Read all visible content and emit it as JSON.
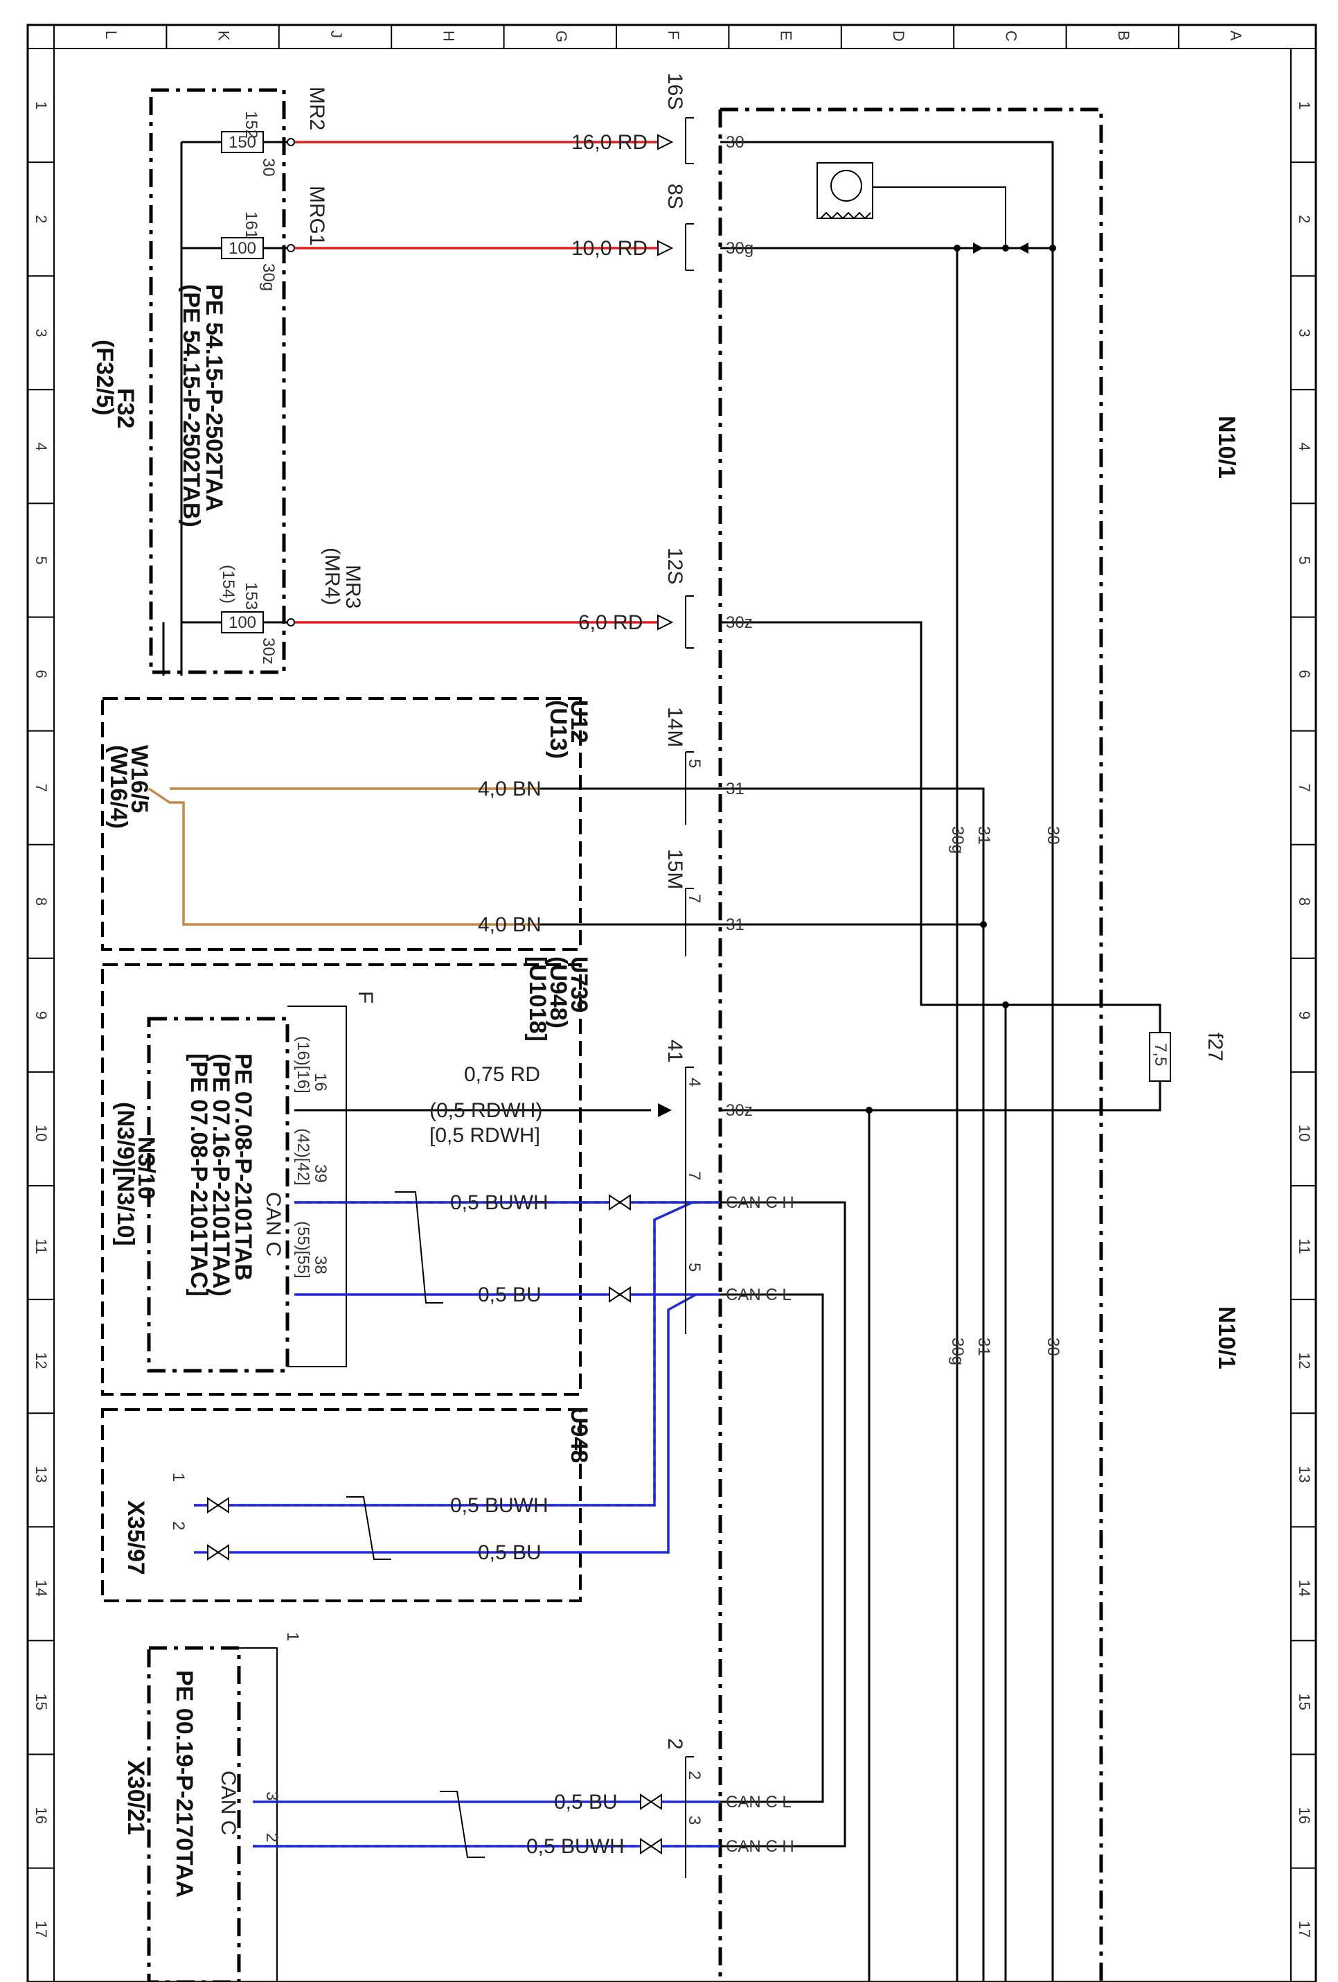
{
  "grid": {
    "columns": [
      "L",
      "K",
      "J",
      "H",
      "G",
      "F",
      "E",
      "D",
      "C",
      "B",
      "A"
    ],
    "rows": [
      "1",
      "2",
      "3",
      "4",
      "5",
      "6",
      "7",
      "8",
      "9",
      "10",
      "11",
      "12",
      "13",
      "14",
      "15",
      "16",
      "17"
    ]
  },
  "components": {
    "fuse_box": {
      "name": "F32",
      "alt": "(F32/5)",
      "pe1": "PE 54.15-P-2502TAA",
      "pe2": "(PE 54.15-P-2502TAB)"
    },
    "fuse_mr2": {
      "label": "MR2",
      "fuse": "150",
      "pin_in": "152",
      "pin_out": "30"
    },
    "fuse_mrg1": {
      "label": "MRG1",
      "fuse": "100",
      "pin_in": "161",
      "pin_out": "30g"
    },
    "fuse_mr3": {
      "label": "MR3",
      "alt": "(MR4)",
      "fuse": "100",
      "pin_in": "153",
      "pin_alt": "(154)",
      "pin_out": "30z"
    },
    "ground_box": {
      "code": "U12",
      "alt": "(U13)",
      "name": "W16/5",
      "name_alt": "(W16/4)"
    },
    "module_box": {
      "code": "U739",
      "alt1": "(U948)",
      "alt2": "[U1018]",
      "name": "N3/10",
      "name_alt": "(N3/9)[N3/10]",
      "pe1": "PE 07.08-P-2101TAB",
      "pe2": "(PE 07.16-P-2101TAA)",
      "pe3": "[PE 07.08-P-2101TAC]",
      "can": "CAN C",
      "f": "F"
    },
    "connector_box": {
      "code": "U948",
      "name": "X35/97"
    },
    "lower_box": {
      "name": "X30/21",
      "pe": "PE 00.19-P-2170TAA",
      "can": "CAN C"
    },
    "main_unit": {
      "name": "N10/1",
      "name2": "N10/1"
    },
    "fuse_f27": {
      "name": "f27",
      "value": "7,5"
    }
  },
  "wires": {
    "w1": "16,0 RD",
    "w2": "10,0 RD",
    "w3": "6,0 RD",
    "w4": "4,0 BN",
    "w5": "4,0 BN",
    "w6a": "0,75 RD",
    "w6b": "(0,5 RDWH)",
    "w6c": "[0,5 RDWH]",
    "w7": "0,5 BUWH",
    "w8": "0,5 BU",
    "w9": "0,5 BUWH",
    "w10": "0,5 BU",
    "w11": "0,5 BU",
    "w12": "0,5 BUWH"
  },
  "connectors": {
    "c1": "16S",
    "c2": "8S",
    "c3": "12S",
    "c4": "14M",
    "c4p": "5",
    "c5": "15M",
    "c5p": "7",
    "c6": "41",
    "c6a": "4",
    "c6b": "7",
    "c6c": "5",
    "c7": "2",
    "c7a": "2",
    "c7b": "3"
  },
  "terminals": {
    "t1": "30",
    "t2": "30g",
    "t3": "30z",
    "t4": "31",
    "t5": "31",
    "t6": "30z",
    "t7": "CAN C H",
    "t8": "CAN C L",
    "t9": "CAN C L",
    "t10": "CAN C H"
  },
  "bus_labels": {
    "b1": "30g",
    "b2": "31",
    "b3": "30",
    "b4": "30g",
    "b5": "31",
    "b6": "30"
  },
  "pins": {
    "m16": "16",
    "m16a": "(16)[16]",
    "m39": "39",
    "m42": "(42)[42]",
    "m38": "38",
    "m55": "(55)[55]",
    "x1": "1",
    "x2": "2",
    "l3": "3",
    "l2": "2",
    "l1": "1"
  },
  "colors": {
    "red": "#e21d1d",
    "brown": "#c48a4a",
    "blue": "#1f2bd6",
    "black": "#000000"
  }
}
